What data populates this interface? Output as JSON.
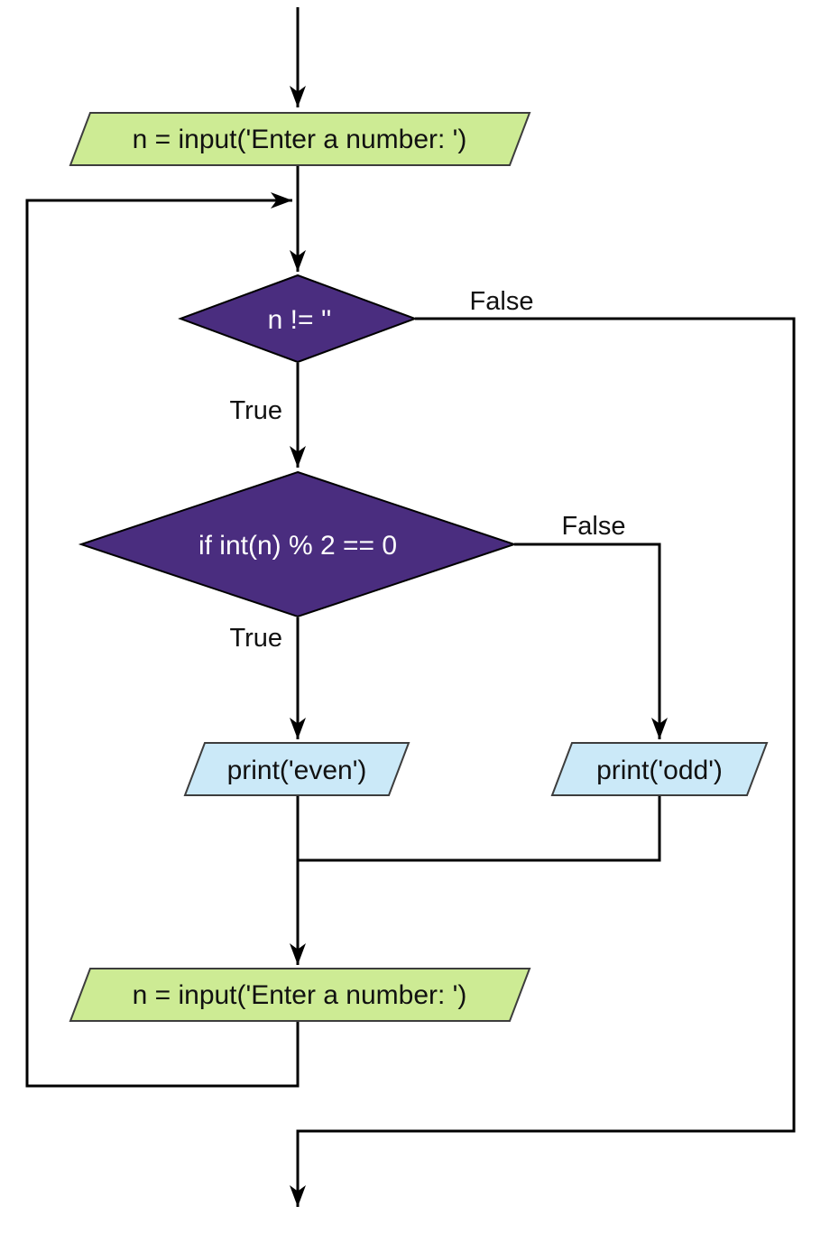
{
  "diagram": {
    "title": "even-odd input loop flowchart",
    "nodes": {
      "input_top": {
        "type": "io-input",
        "label": "n = input('Enter a number: ')"
      },
      "decision_not_empty": {
        "type": "decision",
        "label": "n != ''"
      },
      "decision_mod": {
        "type": "decision",
        "label": "if int(n) % 2 == 0"
      },
      "print_even": {
        "type": "io-output",
        "label": "print('even')"
      },
      "print_odd": {
        "type": "io-output",
        "label": "print('odd')"
      },
      "input_bottom": {
        "type": "io-input",
        "label": "n = input('Enter a number: ')"
      }
    },
    "edge_labels": {
      "not_empty_true": "True",
      "not_empty_false": "False",
      "mod_true": "True",
      "mod_false": "False"
    },
    "colors": {
      "background": "#ffffff",
      "line": "#000000",
      "input_fill": "#cdeb94",
      "input_stroke": "#3d3d3d",
      "decision_fill": "#4a2d7f",
      "decision_stroke": "#000000",
      "output_fill": "#cbe9f8",
      "output_stroke": "#3d3d3d",
      "text_dark": "#111111",
      "text_light": "#ffffff"
    }
  }
}
